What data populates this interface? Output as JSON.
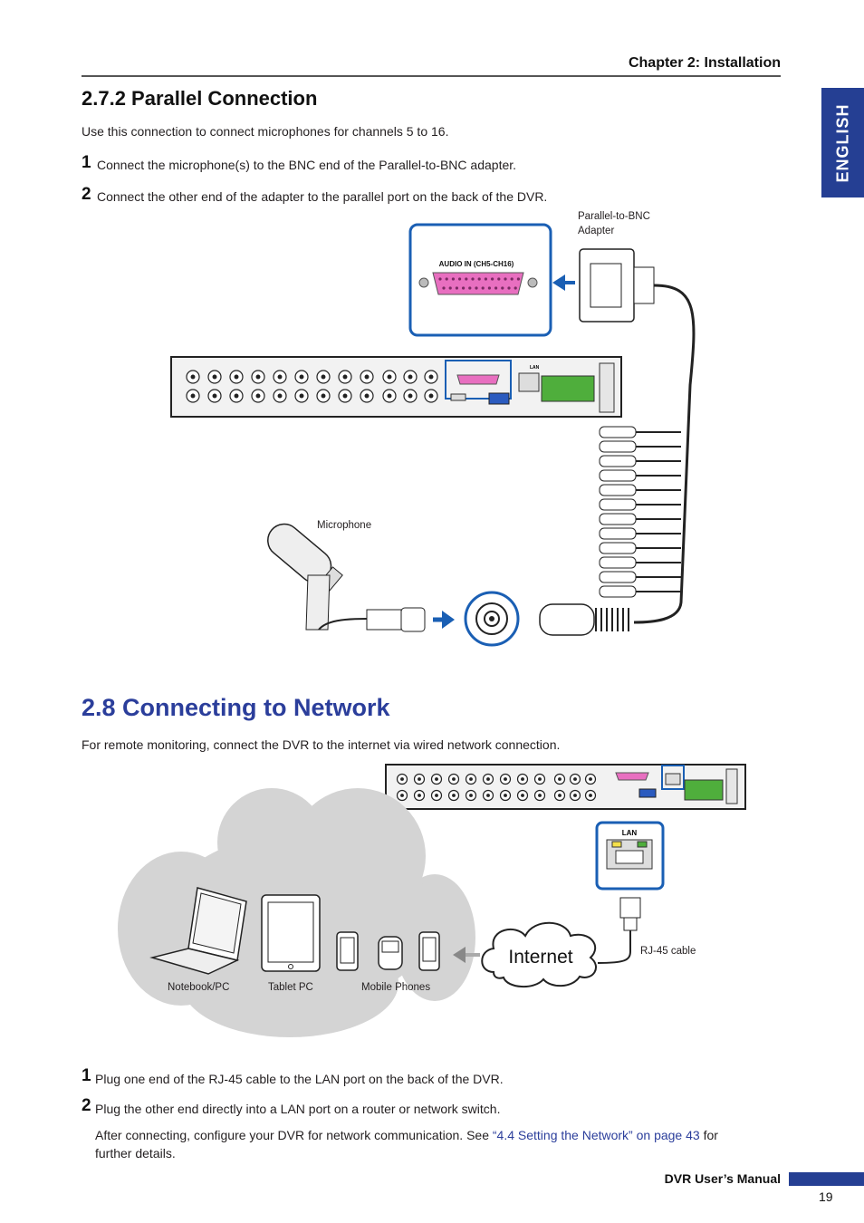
{
  "header": {
    "chapter": "Chapter 2: Installation",
    "language_tab": "ENGLISH"
  },
  "section_parallel": {
    "title": "2.7.2 Parallel Connection",
    "intro": "Use this connection to connect microphones for channels 5 to 16.",
    "steps": [
      {
        "num": "1",
        "text": "Connect the microphone(s) to the BNC end of the Parallel-to-BNC adapter."
      },
      {
        "num": "2",
        "text": "Connect the other end of the adapter to the parallel port on the back of the DVR."
      }
    ],
    "diagram": {
      "adapter_label_line1": "Parallel-to-BNC",
      "adapter_label_line2": "Adapter",
      "port_label": "AUDIO IN (CH5-CH16)",
      "microphone_label": "Microphone",
      "lan_label": "LAN"
    }
  },
  "section_network": {
    "title": "2.8 Connecting to Network",
    "intro": "For remote monitoring, connect the DVR to the internet via wired network connection.",
    "diagram": {
      "lan_label": "LAN",
      "internet_label": "Internet",
      "cable_label": "RJ-45 cable",
      "devices": [
        "Notebook/PC",
        "Tablet PC",
        "Mobile Phones"
      ]
    },
    "steps": [
      {
        "num": "1",
        "text": "Plug one end of the RJ-45 cable to the LAN port on the back of the DVR."
      },
      {
        "num": "2",
        "text": "Plug the other end directly into a LAN port on a router or network switch."
      }
    ],
    "after_prefix": "After connecting, configure your DVR for network communication. See ",
    "after_link": "“4.4 Setting the Network” on page 43",
    "after_suffix_line1": " for",
    "after_suffix_line2": "further details."
  },
  "footer": {
    "manual": "DVR User’s Manual",
    "page": "19"
  },
  "colors": {
    "accent_blue": "#253f93",
    "heading_blue": "#2b3e9b",
    "highlight_blue": "#1a5fb4",
    "cloud_gray": "#d4d4d4"
  }
}
